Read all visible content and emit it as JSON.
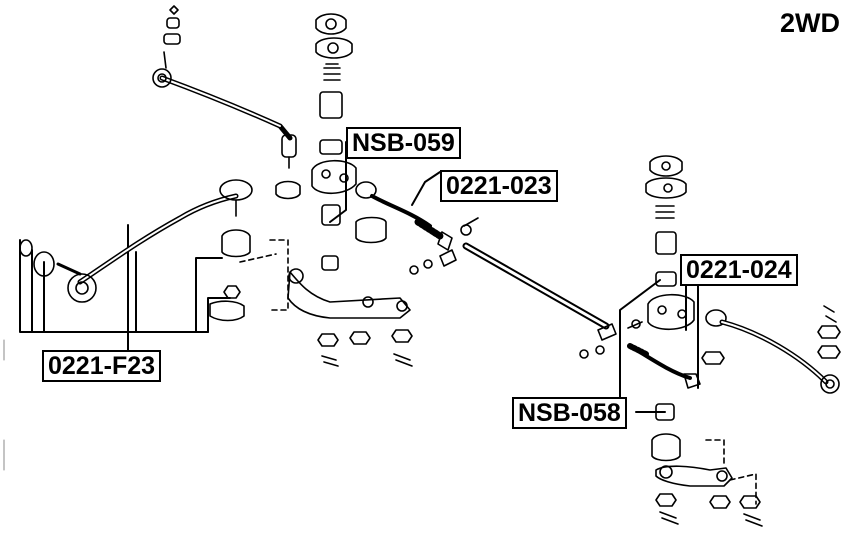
{
  "variant": "2WD",
  "labels": {
    "nsb_059": "NSB-059",
    "p_0221_023": "0221-023",
    "p_0221_024": "0221-024",
    "p_0221_f23": "0221-F23",
    "nsb_058": "NSB-058"
  }
}
